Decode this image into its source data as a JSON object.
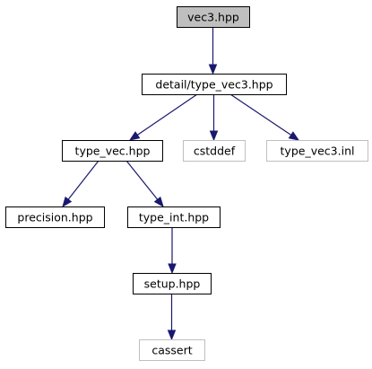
{
  "graph": {
    "nodes": [
      {
        "id": "vec3_hpp",
        "label": "vec3.hpp",
        "style": "root"
      },
      {
        "id": "detail_type_vec3_hpp",
        "label": "detail/type_vec3.hpp",
        "style": "normal"
      },
      {
        "id": "type_vec_hpp",
        "label": "type_vec.hpp",
        "style": "normal"
      },
      {
        "id": "cstddef",
        "label": "cstddef",
        "style": "external"
      },
      {
        "id": "type_vec3_inl",
        "label": "type_vec3.inl",
        "style": "external"
      },
      {
        "id": "precision_hpp",
        "label": "precision.hpp",
        "style": "normal"
      },
      {
        "id": "type_int_hpp",
        "label": "type_int.hpp",
        "style": "normal"
      },
      {
        "id": "setup_hpp",
        "label": "setup.hpp",
        "style": "normal"
      },
      {
        "id": "cassert",
        "label": "cassert",
        "style": "external"
      }
    ],
    "edges": [
      {
        "from": "vec3_hpp",
        "to": "detail_type_vec3_hpp"
      },
      {
        "from": "detail_type_vec3_hpp",
        "to": "type_vec_hpp"
      },
      {
        "from": "detail_type_vec3_hpp",
        "to": "cstddef"
      },
      {
        "from": "detail_type_vec3_hpp",
        "to": "type_vec3_inl"
      },
      {
        "from": "type_vec_hpp",
        "to": "precision_hpp"
      },
      {
        "from": "type_vec_hpp",
        "to": "type_int_hpp"
      },
      {
        "from": "type_int_hpp",
        "to": "setup_hpp"
      },
      {
        "from": "setup_hpp",
        "to": "cassert"
      }
    ],
    "colors": {
      "root_fill": "#bfbfbf",
      "node_fill": "#ffffff",
      "node_border": "#000000",
      "external_border": "#bfbfbf",
      "edge": "#191970",
      "text": "#000000"
    }
  }
}
